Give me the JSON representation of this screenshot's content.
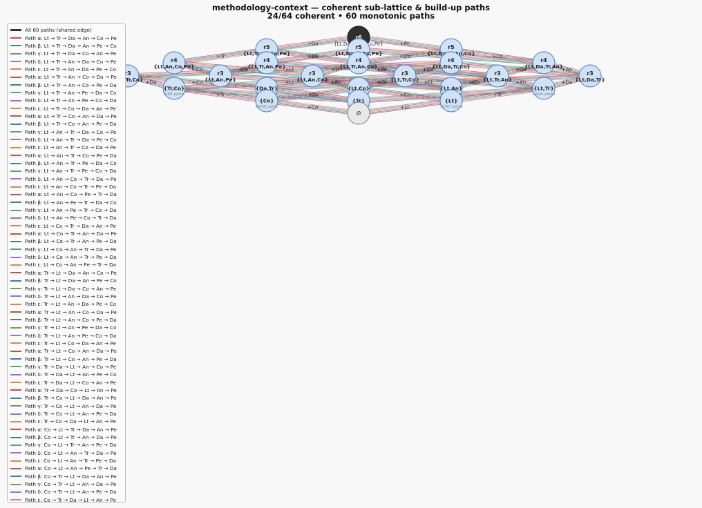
{
  "title": {
    "line1": "methodology-context — coherent sub-lattice & build-up paths",
    "line2": "24/64 coherent  •  60 monotonic paths"
  },
  "colors": {
    "shared": "#333333",
    "alpha": "#c44e52",
    "beta": "#4c72b0",
    "gamma": "#55a868",
    "delta": "#9d6fce",
    "epsilon": "#dd8452"
  },
  "legend": {
    "shared_label": "All 60 paths (shared edge)",
    "items": [
      {
        "label": "Path α: Lt → Tr → Da → An → Co → Pe",
        "color": "alpha"
      },
      {
        "label": "Path β: Lt → Tr → Da → An → Pe → Co",
        "color": "beta"
      },
      {
        "label": "Path γ: Lt → Tr → Da → Co → An → Pe",
        "color": "gamma"
      },
      {
        "label": "Path δ: Lt → Tr → An → Da → Co → Pe",
        "color": "delta"
      },
      {
        "label": "Path ε: Lt → Tr → An → Da → Pe → Co",
        "color": "epsilon"
      },
      {
        "label": "Path α: Lt → Tr → An → Co → Da → Pe",
        "color": "alpha"
      },
      {
        "label": "Path β: Lt → Tr → An → Co → Pe → Da",
        "color": "beta"
      },
      {
        "label": "Path γ: Lt → Tr → An → Pe → Da → Co",
        "color": "gamma"
      },
      {
        "label": "Path δ: Lt → Tr → An → Pe → Co → Da",
        "color": "delta"
      },
      {
        "label": "Path ε: Lt → Tr → Co → Da → An → Pe",
        "color": "epsilon"
      },
      {
        "label": "Path α: Lt → Tr → Co → An → Da → Pe",
        "color": "alpha"
      },
      {
        "label": "Path β: Lt → Tr → Co → An → Pe → Da",
        "color": "beta"
      },
      {
        "label": "Path γ: Lt → An → Tr → Da → Co → Pe",
        "color": "gamma"
      },
      {
        "label": "Path δ: Lt → An → Tr → Da → Pe → Co",
        "color": "delta"
      },
      {
        "label": "Path ε: Lt → An → Tr → Co → Da → Pe",
        "color": "epsilon"
      },
      {
        "label": "Path α: Lt → An → Tr → Co → Pe → Da",
        "color": "alpha"
      },
      {
        "label": "Path β: Lt → An → Tr → Pe → Da → Co",
        "color": "beta"
      },
      {
        "label": "Path γ: Lt → An → Tr → Pe → Co → Da",
        "color": "gamma"
      },
      {
        "label": "Path δ: Lt → An → Co → Tr → Da → Pe",
        "color": "delta"
      },
      {
        "label": "Path ε: Lt → An → Co → Tr → Pe → Da",
        "color": "epsilon"
      },
      {
        "label": "Path α: Lt → An → Co → Pe → Tr → Da",
        "color": "alpha"
      },
      {
        "label": "Path β: Lt → An → Pe → Tr → Da → Co",
        "color": "beta"
      },
      {
        "label": "Path γ: Lt → An → Pe → Tr → Co → Da",
        "color": "gamma"
      },
      {
        "label": "Path δ: Lt → An → Pe → Co → Tr → Da",
        "color": "delta"
      },
      {
        "label": "Path ε: Lt → Co → Tr → Da → An → Pe",
        "color": "epsilon"
      },
      {
        "label": "Path α: Lt → Co → Tr → An → Da → Pe",
        "color": "alpha"
      },
      {
        "label": "Path β: Lt → Co → Tr → An → Pe → Da",
        "color": "beta"
      },
      {
        "label": "Path γ: Lt → Co → An → Tr → Da → Pe",
        "color": "gamma"
      },
      {
        "label": "Path δ: Lt → Co → An → Tr → Pe → Da",
        "color": "delta"
      },
      {
        "label": "Path ε: Lt → Co → An → Pe → Tr → Da",
        "color": "epsilon"
      },
      {
        "label": "Path α: Tr → Lt → Da → An → Co → Pe",
        "color": "alpha"
      },
      {
        "label": "Path β: Tr → Lt → Da → An → Pe → Co",
        "color": "beta"
      },
      {
        "label": "Path γ: Tr → Lt → Da → Co → An → Pe",
        "color": "gamma"
      },
      {
        "label": "Path δ: Tr → Lt → An → Da → Co → Pe",
        "color": "delta"
      },
      {
        "label": "Path ε: Tr → Lt → An → Da → Pe → Co",
        "color": "epsilon"
      },
      {
        "label": "Path α: Tr → Lt → An → Co → Da → Pe",
        "color": "alpha"
      },
      {
        "label": "Path β: Tr → Lt → An → Co → Pe → Da",
        "color": "beta"
      },
      {
        "label": "Path γ: Tr → Lt → An → Pe → Da → Co",
        "color": "gamma"
      },
      {
        "label": "Path δ: Tr → Lt → An → Pe → Co → Da",
        "color": "delta"
      },
      {
        "label": "Path ε: Tr → Lt → Co → Da → An → Pe",
        "color": "epsilon"
      },
      {
        "label": "Path α: Tr → Lt → Co → An → Da → Pe",
        "color": "alpha"
      },
      {
        "label": "Path β: Tr → Lt → Co → An → Pe → Da",
        "color": "beta"
      },
      {
        "label": "Path γ: Tr → Da → Lt → An → Co → Pe",
        "color": "gamma"
      },
      {
        "label": "Path δ: Tr → Da → Lt → An → Pe → Co",
        "color": "delta"
      },
      {
        "label": "Path ε: Tr → Da → Lt → Co → An → Pe",
        "color": "epsilon"
      },
      {
        "label": "Path α: Tr → Da → Co → Lt → An → Pe",
        "color": "alpha"
      },
      {
        "label": "Path β: Tr → Co → Lt → Da → An → Pe",
        "color": "beta"
      },
      {
        "label": "Path γ: Tr → Co → Lt → An → Da → Pe",
        "color": "gamma"
      },
      {
        "label": "Path δ: Tr → Co → Lt → An → Pe → Da",
        "color": "delta"
      },
      {
        "label": "Path ε: Tr → Co → Da → Lt → An → Pe",
        "color": "epsilon"
      },
      {
        "label": "Path α: Co → Lt → Tr → Da → An → Pe",
        "color": "alpha"
      },
      {
        "label": "Path β: Co → Lt → Tr → An → Da → Pe",
        "color": "beta"
      },
      {
        "label": "Path γ: Co → Lt → Tr → An → Pe → Da",
        "color": "gamma"
      },
      {
        "label": "Path δ: Co → Lt → An → Tr → Da → Pe",
        "color": "delta"
      },
      {
        "label": "Path ε: Co → Lt → An → Tr → Pe → Da",
        "color": "epsilon"
      },
      {
        "label": "Path α: Co → Lt → An → Pe → Tr → Da",
        "color": "alpha"
      },
      {
        "label": "Path β: Co → Tr → Lt → Da → An → Pe",
        "color": "beta"
      },
      {
        "label": "Path γ: Co → Tr → Lt → An → Da → Pe",
        "color": "gamma"
      },
      {
        "label": "Path δ: Co → Tr → Lt → An → Pe → Da",
        "color": "delta"
      },
      {
        "label": "Path ε: Co → Tr → Da → Lt → An → Pe",
        "color": "epsilon"
      }
    ]
  },
  "nodes": [
    {
      "id": "top",
      "rank": "r6",
      "set": "",
      "count": "",
      "kind": "top"
    },
    {
      "id": "r5a",
      "rank": "r5",
      "set": "{Lt,Tr,An,Co,Pe}",
      "count": ""
    },
    {
      "id": "r5b",
      "rank": "r5",
      "set": "{Lt,Da,Tr,An,Pe}",
      "count": ""
    },
    {
      "id": "r5c",
      "rank": "r5",
      "set": "{Lt,Da,Tr,An,Co}",
      "count": ""
    },
    {
      "id": "r4a",
      "rank": "r4",
      "set": "{Lt,An,Co,Pe}",
      "count": ""
    },
    {
      "id": "r4b",
      "rank": "r4",
      "set": "{Lt,Tr,An,Pe}",
      "count": ""
    },
    {
      "id": "r4c",
      "rank": "r4",
      "set": "{Lt,Tr,An,Co}",
      "count": ""
    },
    {
      "id": "r4d",
      "rank": "r4",
      "set": "{Lt,Da,Tr,Co}",
      "count": ""
    },
    {
      "id": "r4e",
      "rank": "r4",
      "set": "{Lt,Da,Tr,An}",
      "count": ""
    },
    {
      "id": "r3a",
      "rank": "r3",
      "set": "{Da,Tr,Co}",
      "count": ""
    },
    {
      "id": "r3b",
      "rank": "r3",
      "set": "{Lt,An,Pe}",
      "count": ""
    },
    {
      "id": "r3c",
      "rank": "r3",
      "set": "{Lt,An,Co}",
      "count": ""
    },
    {
      "id": "r3d",
      "rank": "r3",
      "set": "{Lt,Tr,Co}",
      "count": ""
    },
    {
      "id": "r3e",
      "rank": "r3",
      "set": "{Lt,Tr,An}",
      "count": ""
    },
    {
      "id": "r3f",
      "rank": "r3",
      "set": "{Lt,Da,Tr}",
      "count": ""
    },
    {
      "id": "r2a",
      "rank": "",
      "set": "{Tr,Co}",
      "count": "3/60 paths"
    },
    {
      "id": "r2b",
      "rank": "",
      "set": "{Da,Tr}",
      "count": "2/60 paths"
    },
    {
      "id": "r2c",
      "rank": "",
      "set": "{Lt,Co}",
      "count": "8/60 paths"
    },
    {
      "id": "r2d",
      "rank": "",
      "set": "{Lt,An}",
      "count": "18/60 paths"
    },
    {
      "id": "r2e",
      "rank": "",
      "set": "{Lt,Tr}",
      "count": "24/60 paths"
    },
    {
      "id": "r1a",
      "rank": "",
      "set": "{Co}",
      "count": "10/60 paths"
    },
    {
      "id": "r1b",
      "rank": "",
      "set": "{Tr}",
      "count": "20/60 paths"
    },
    {
      "id": "r1c",
      "rank": "",
      "set": "{Lt}",
      "count": "30/60 paths"
    },
    {
      "id": "bottom",
      "rank": "",
      "set": "∅",
      "count": "",
      "kind": "bottom"
    }
  ],
  "edges": [
    {
      "from": "bottom",
      "to": "r1a",
      "label": "+Co"
    },
    {
      "from": "bottom",
      "to": "r1b",
      "label": "+Tr"
    },
    {
      "from": "bottom",
      "to": "r1c",
      "label": "+Lt"
    },
    {
      "from": "r1a",
      "to": "r2a",
      "label": "+Tr"
    },
    {
      "from": "r1a",
      "to": "r2c",
      "label": "+Lt"
    },
    {
      "from": "r1b",
      "to": "r2a",
      "label": "+Co"
    },
    {
      "from": "r1b",
      "to": "r2b",
      "label": "+Da"
    },
    {
      "from": "r1b",
      "to": "r2e",
      "label": "+Lt"
    },
    {
      "from": "r1c",
      "to": "r2c",
      "label": "+Co"
    },
    {
      "from": "r1c",
      "to": "r2d",
      "label": "+An"
    },
    {
      "from": "r1c",
      "to": "r2e",
      "label": "+Tr"
    },
    {
      "from": "r2a",
      "to": "r3a",
      "label": "+Da"
    },
    {
      "from": "r2a",
      "to": "r3d",
      "label": "+Lt"
    },
    {
      "from": "r2b",
      "to": "r3a",
      "label": "+Co"
    },
    {
      "from": "r2b",
      "to": "r3f",
      "label": "+Lt"
    },
    {
      "from": "r2c",
      "to": "r3c",
      "label": "+An"
    },
    {
      "from": "r2c",
      "to": "r3d",
      "label": "+Tr"
    },
    {
      "from": "r2d",
      "to": "r3b",
      "label": "+Pe"
    },
    {
      "from": "r2d",
      "to": "r3c",
      "label": "+Co"
    },
    {
      "from": "r2d",
      "to": "r3e",
      "label": "+Tr"
    },
    {
      "from": "r2e",
      "to": "r3d",
      "label": "+Co"
    },
    {
      "from": "r2e",
      "to": "r3e",
      "label": "+An"
    },
    {
      "from": "r2e",
      "to": "r3f",
      "label": "+Da"
    },
    {
      "from": "r3a",
      "to": "r4d",
      "label": "+Lt"
    },
    {
      "from": "r3b",
      "to": "r4a",
      "label": "+Co"
    },
    {
      "from": "r3b",
      "to": "r4b",
      "label": "+Tr"
    },
    {
      "from": "r3c",
      "to": "r4a",
      "label": "+Pe"
    },
    {
      "from": "r3c",
      "to": "r4c",
      "label": "+Tr"
    },
    {
      "from": "r3d",
      "to": "r4c",
      "label": "+An"
    },
    {
      "from": "r3d",
      "to": "r4d",
      "label": "+Da"
    },
    {
      "from": "r3e",
      "to": "r4b",
      "label": "+Pe"
    },
    {
      "from": "r3e",
      "to": "r4c",
      "label": "+Co"
    },
    {
      "from": "r3e",
      "to": "r4e",
      "label": "+Da"
    },
    {
      "from": "r3f",
      "to": "r4d",
      "label": "+Co"
    },
    {
      "from": "r3f",
      "to": "r4e",
      "label": "+An"
    },
    {
      "from": "r4a",
      "to": "r5a",
      "label": "+Tr"
    },
    {
      "from": "r4b",
      "to": "r5a",
      "label": "+Co"
    },
    {
      "from": "r4b",
      "to": "r5b",
      "label": "+Da"
    },
    {
      "from": "r4c",
      "to": "r5a",
      "label": "+Pe"
    },
    {
      "from": "r4c",
      "to": "r5c",
      "label": "+Da"
    },
    {
      "from": "r4d",
      "to": "r5c",
      "label": "+An"
    },
    {
      "from": "r4e",
      "to": "r5b",
      "label": "+Pe"
    },
    {
      "from": "r4e",
      "to": "r5c",
      "label": "+Co"
    },
    {
      "from": "r5a",
      "to": "top",
      "label": "+Da"
    },
    {
      "from": "r5b",
      "to": "top",
      "label": "+Co"
    },
    {
      "from": "r5c",
      "to": "top",
      "label": "+Pe"
    }
  ],
  "top_set_label": "{Lt,Da,Tr,An,Co,Pe}"
}
